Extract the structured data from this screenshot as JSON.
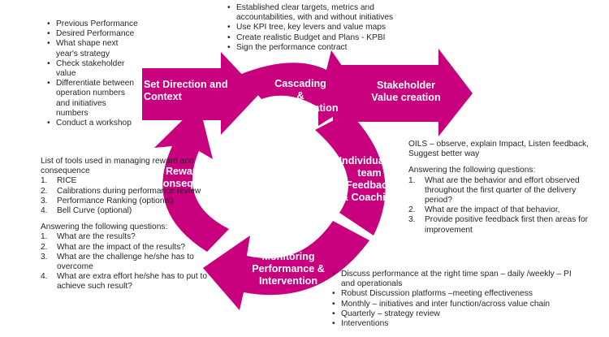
{
  "colors": {
    "primary": "#c8007d",
    "text": "#262626",
    "label": "#ffffff"
  },
  "stages": {
    "set_direction": "Set Direction and\nContext",
    "cascading": "Cascading\n&\nImplementation",
    "stakeholder": "Stakeholder\nValue creation",
    "individual": "Individual or\nteam\nFeedback\n& Coaching",
    "monitoring": "Monitoring\nPerformance &\nIntervention",
    "reward": "Reward &\nConsequence"
  },
  "notes": {
    "set_direction_items": [
      "Previous Performance",
      "Desired Performance",
      "What shape next year's strategy",
      "Check stakeholder value",
      "Differentiate between operation numbers and initiatives numbers",
      "Conduct a workshop"
    ],
    "cascading_items": [
      "Established clear targets, metrics and accountabilities, with and without initiatives",
      "Use KPI tree, key levers  and value maps",
      "Create realistic Budget and Plans - KPBI",
      "Sign the performance contract"
    ],
    "feedback_intro": "OILS – observe, explain Impact, Listen feedback, Suggest better way",
    "feedback_questions_title": "Answering the following questions:",
    "feedback_questions": [
      "What are the behavior and effort observed throughout the first quarter of the delivery period?",
      "What are the impact of that behavior,",
      "Provide positive feedback first then areas for improvement"
    ],
    "reward_tools_title": "List of tools used in managing reward and consequence",
    "reward_tools": [
      "RICE",
      "Calibrations during performance review",
      "Performance Ranking (optional)",
      "Bell Curve (optional)"
    ],
    "reward_questions_title": "Answering the following questions:",
    "reward_questions": [
      "What are the results?",
      "What are the impact of the results?",
      "What are the challenge he/she has to overcome",
      "What are extra effort he/she has to put to achieve such result?"
    ],
    "monitoring_items": [
      "Discuss performance at the right time span – daily /weekly – PI and operationals",
      "Robust Discussion platforms –meeting effectiveness",
      "Monthly – initiatives and inter function/across value chain",
      "Quarterly – strategy review",
      "Interventions"
    ]
  }
}
